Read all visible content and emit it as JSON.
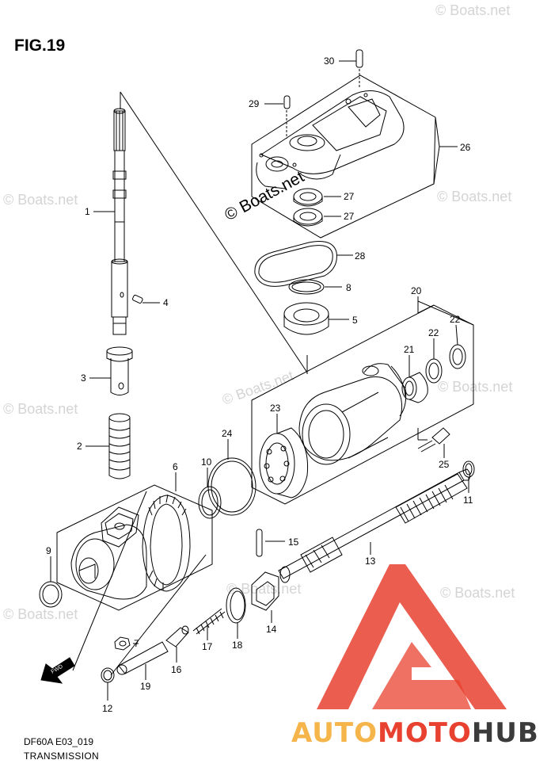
{
  "figure": {
    "title": "FIG.19",
    "code": "DF60A E03_019",
    "name": "TRANSMISSION"
  },
  "watermarks": [
    "© Boats.net",
    "© Boats.net",
    "© Boats.net",
    "© Boats.net",
    "© Boats.net",
    "© Boats.net",
    "© Boats.net",
    "© Boats.net",
    "© Boats.net"
  ],
  "watermark_main": "© Boats.net",
  "fwd_label": "FWD",
  "brand": {
    "part1": "AUTO",
    "part2": "MOTO",
    "part3": "HUB",
    "logo_color": "#e8412f",
    "accent_color": "#f5b54a"
  },
  "callouts": [
    "30",
    "29",
    "26",
    "27",
    "27",
    "28",
    "8",
    "5",
    "20",
    "22",
    "22",
    "21",
    "1",
    "4",
    "3",
    "23",
    "2",
    "24",
    "25",
    "10",
    "6",
    "11",
    "15",
    "9",
    "13",
    "7",
    "14",
    "17",
    "18",
    "16",
    "12",
    "19"
  ]
}
